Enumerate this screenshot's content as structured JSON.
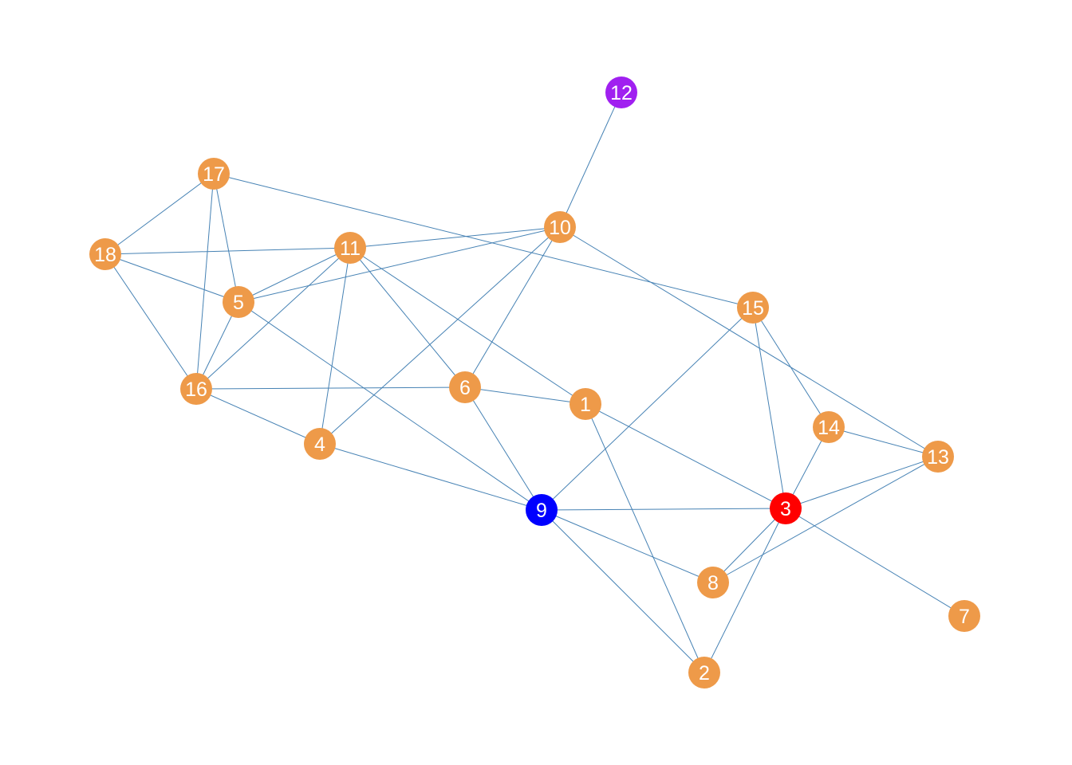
{
  "graph": {
    "colors": {
      "default": "#EE9A49",
      "edge": "#4682B4",
      "label": "#FFFFFF"
    },
    "nodes": [
      {
        "id": "1",
        "label": "1",
        "color": "#EE9A49"
      },
      {
        "id": "2",
        "label": "2",
        "color": "#EE9A49"
      },
      {
        "id": "3",
        "label": "3",
        "color": "#FF0000"
      },
      {
        "id": "4",
        "label": "4",
        "color": "#EE9A49"
      },
      {
        "id": "5",
        "label": "5",
        "color": "#EE9A49"
      },
      {
        "id": "6",
        "label": "6",
        "color": "#EE9A49"
      },
      {
        "id": "7",
        "label": "7",
        "color": "#EE9A49"
      },
      {
        "id": "8",
        "label": "8",
        "color": "#EE9A49"
      },
      {
        "id": "9",
        "label": "9",
        "color": "#0000FF"
      },
      {
        "id": "10",
        "label": "10",
        "color": "#EE9A49"
      },
      {
        "id": "11",
        "label": "11",
        "color": "#EE9A49"
      },
      {
        "id": "12",
        "label": "12",
        "color": "#A020F0"
      },
      {
        "id": "13",
        "label": "13",
        "color": "#EE9A49"
      },
      {
        "id": "14",
        "label": "14",
        "color": "#EE9A49"
      },
      {
        "id": "15",
        "label": "15",
        "color": "#EE9A49"
      },
      {
        "id": "16",
        "label": "16",
        "color": "#EE9A49"
      },
      {
        "id": "17",
        "label": "17",
        "color": "#EE9A49"
      },
      {
        "id": "18",
        "label": "18",
        "color": "#EE9A49"
      }
    ],
    "edges": [
      [
        "12",
        "10"
      ],
      [
        "17",
        "18"
      ],
      [
        "17",
        "16"
      ],
      [
        "17",
        "5"
      ],
      [
        "17",
        "15"
      ],
      [
        "18",
        "11"
      ],
      [
        "18",
        "5"
      ],
      [
        "18",
        "16"
      ],
      [
        "11",
        "10"
      ],
      [
        "5",
        "10"
      ],
      [
        "5",
        "11"
      ],
      [
        "5",
        "16"
      ],
      [
        "5",
        "9"
      ],
      [
        "11",
        "16"
      ],
      [
        "11",
        "4"
      ],
      [
        "11",
        "6"
      ],
      [
        "11",
        "1"
      ],
      [
        "10",
        "4"
      ],
      [
        "10",
        "6"
      ],
      [
        "10",
        "13"
      ],
      [
        "16",
        "6"
      ],
      [
        "16",
        "4"
      ],
      [
        "6",
        "1"
      ],
      [
        "6",
        "9"
      ],
      [
        "4",
        "9"
      ],
      [
        "1",
        "3"
      ],
      [
        "1",
        "2"
      ],
      [
        "9",
        "3"
      ],
      [
        "9",
        "15"
      ],
      [
        "9",
        "8"
      ],
      [
        "9",
        "2"
      ],
      [
        "15",
        "3"
      ],
      [
        "15",
        "14"
      ],
      [
        "14",
        "3"
      ],
      [
        "14",
        "13"
      ],
      [
        "13",
        "3"
      ],
      [
        "13",
        "8"
      ],
      [
        "3",
        "8"
      ],
      [
        "3",
        "2"
      ],
      [
        "3",
        "7"
      ]
    ]
  }
}
